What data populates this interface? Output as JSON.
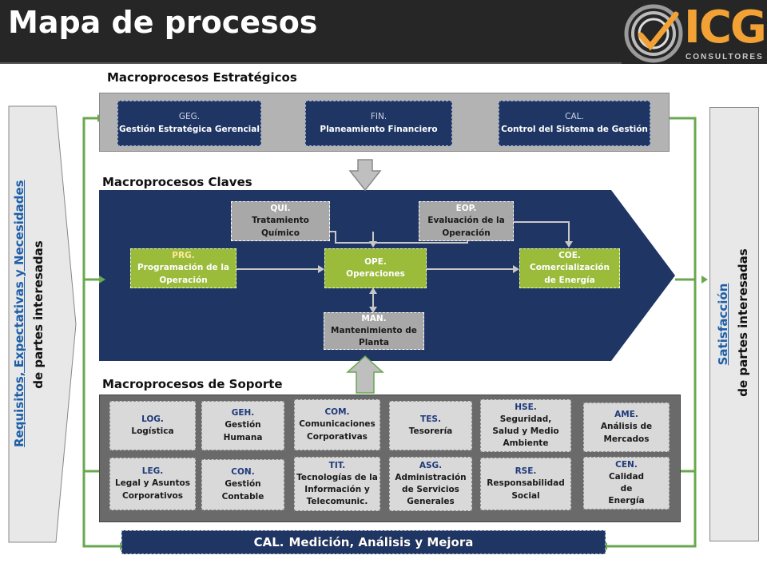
{
  "title": "Mapa de procesos",
  "logo": {
    "name": "ICG",
    "sub": "CONSULTORES"
  },
  "sections": {
    "strategic": "Macroprocesos Estratégicos",
    "key": "Macroprocesos Claves",
    "support": "Macroprocesos de Soporte"
  },
  "strategic": [
    {
      "code": "GEG.",
      "label": "Gestión Estratégica Gerencial"
    },
    {
      "code": "FIN.",
      "label": "Planeamiento Financiero"
    },
    {
      "code": "CAL.",
      "label": "Control del Sistema de Gestión"
    }
  ],
  "key": {
    "qui": {
      "code": "QUI.",
      "label": "Tratamiento Químico"
    },
    "eop": {
      "code": "EOP.",
      "label": "Evaluación de la Operación"
    },
    "prg": {
      "code": "PRG.",
      "label": "Programación de la Operación"
    },
    "ope": {
      "code": "OPE.",
      "label": "Operaciones"
    },
    "coe": {
      "code": "COE.",
      "label": "Comercialización de Energía"
    },
    "man": {
      "code": "MAN.",
      "label": "Mantenimiento de Planta"
    }
  },
  "support": [
    {
      "code": "LOG.",
      "label": "Logística"
    },
    {
      "code": "GEH.",
      "label": "Gestión Humana"
    },
    {
      "code": "COM.",
      "label": "Comunicaciones Corporativas"
    },
    {
      "code": "TES.",
      "label": "Tesorería"
    },
    {
      "code": "HSE.",
      "label": "Seguridad, Salud y Medio Ambiente"
    },
    {
      "code": "AME.",
      "label": "Análisis de Mercados"
    },
    {
      "code": "LEG.",
      "label": "Legal y Asuntos Corporativos"
    },
    {
      "code": "CON.",
      "label": "Gestión Contable"
    },
    {
      "code": "TIT.",
      "label": "Tecnologías de la Información y Telecomunic."
    },
    {
      "code": "ASG.",
      "label": "Administración de Servicios Generales"
    },
    {
      "code": "RSE.",
      "label": "Responsabilidad Social"
    },
    {
      "code": "CEN.",
      "label": "Calidad de Energía"
    }
  ],
  "left_panel": {
    "line1": "Requisitos, Expectativas y Necesidades",
    "line2": "de partes interesadas"
  },
  "right_panel": {
    "line1": "Satisfacción",
    "line2": "de partes interesadas"
  },
  "bottom": {
    "code": "CAL.",
    "label": "Medición, Análisis y Mejora"
  },
  "colors": {
    "navy": "#1f3564",
    "green": "#9bbb3a",
    "connector_green": "#6aa84f",
    "logo_orange": "#f2a134"
  }
}
